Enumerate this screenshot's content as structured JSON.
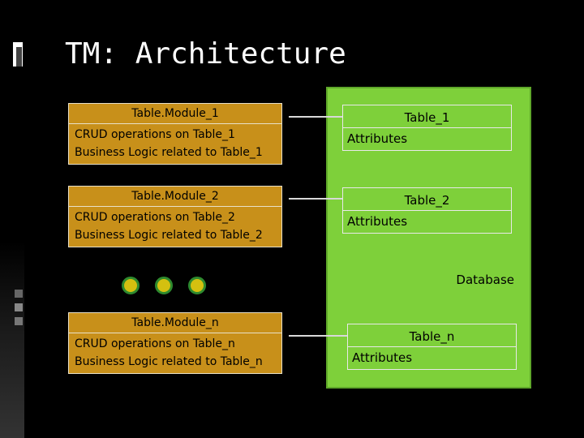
{
  "title": "TM: Architecture",
  "database_label": "Database",
  "modules": [
    {
      "name": "Table.Module_1",
      "line1": "CRUD operations on Table_1",
      "line2": "Business Logic related to Table_1"
    },
    {
      "name": "Table.Module_2",
      "line1": "CRUD operations on Table_2",
      "line2": "Business Logic related to Table_2"
    },
    {
      "name": "Table.Module_n",
      "line1": "CRUD operations on Table_n",
      "line2": "Business Logic related to Table_n"
    }
  ],
  "tables": [
    {
      "name": "Table_1",
      "field": "Attributes"
    },
    {
      "name": "Table_2",
      "field": "Attributes"
    },
    {
      "name": "Table_n",
      "field": "Attributes"
    }
  ],
  "colors": {
    "module_fill": "#c8901a",
    "database_fill": "#7ed03a",
    "ellipsis_dot": "#d4c010",
    "background": "#000000"
  }
}
